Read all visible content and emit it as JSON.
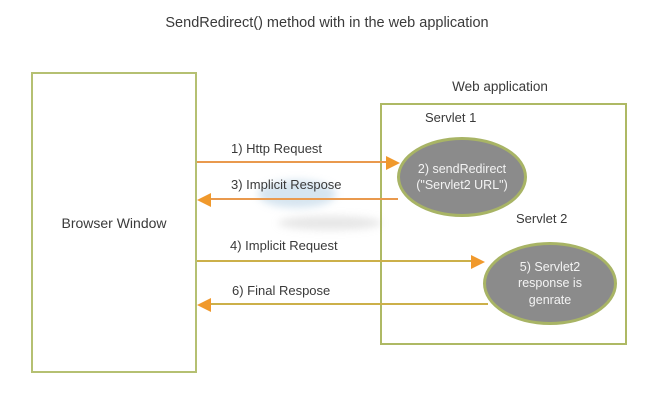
{
  "title": "SendRedirect() method with in the web application",
  "browser": {
    "label": "Browser Window"
  },
  "web_app": {
    "label": "Web application",
    "servlet1_label": "Servlet 1",
    "servlet2_label": "Servlet 2",
    "ellipse1": {
      "line1": "2) sendRedirect",
      "line2": "(\"Servlet2 URL\")"
    },
    "ellipse2": {
      "line1": "5) Servlet2",
      "line2": "response is",
      "line3": "genrate"
    }
  },
  "arrows": [
    {
      "label": "1) Http Request",
      "direction": "right",
      "line_color": "#e9994d"
    },
    {
      "label": "3) Implicit Respose",
      "direction": "left",
      "line_color": "#e9994d"
    },
    {
      "label": "4) Implicit Request",
      "direction": "right",
      "line_color": "#ccb04a"
    },
    {
      "label": "6) Final Respose",
      "direction": "left",
      "line_color": "#ccb04a"
    }
  ],
  "colors": {
    "box_border": "#b2bd6a",
    "ellipse_fill": "#8b8b8b",
    "ellipse_border": "#a8b465",
    "arrow_orange": "#e9994d",
    "arrow_gold": "#ccb04a",
    "arrowhead": "#f0992c",
    "text": "#3a3a3a"
  }
}
